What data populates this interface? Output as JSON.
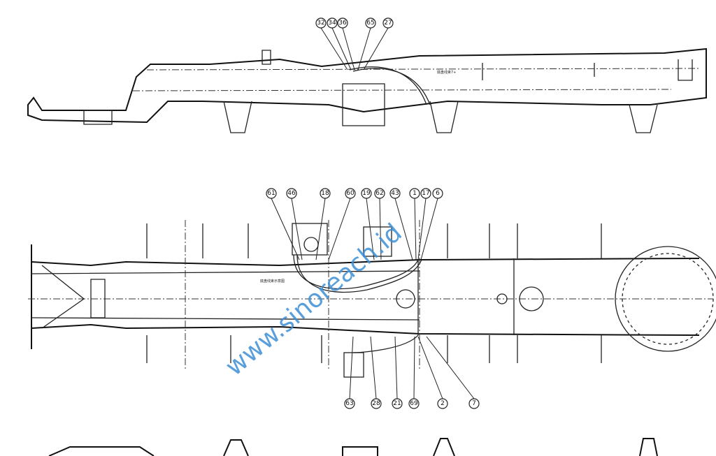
{
  "title": "Chassis wiring harness layout drawing",
  "watermark": "www.sinoreach.id",
  "notes": {
    "top_note": "底盘线束7+",
    "middle_note": "底盘线束示意图"
  },
  "balloons": {
    "side_view": [
      "32",
      "34",
      "36",
      "65",
      "27"
    ],
    "plan_top": [
      "61",
      "46",
      "18",
      "60",
      "19",
      "62",
      "43",
      "1",
      "17",
      "6"
    ],
    "plan_bottom": [
      "63",
      "28",
      "21",
      "69",
      "2",
      "7"
    ]
  },
  "colors": {
    "line": "#222222",
    "watermark": "#3d8fd6"
  }
}
